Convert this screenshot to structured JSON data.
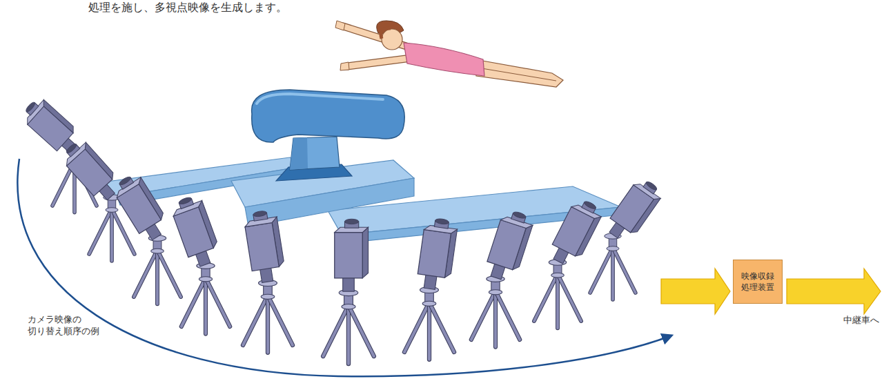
{
  "diagram": {
    "nodes": [
      {
        "text": [
          "映像収録 処理装置"
        ]
      }
    ],
    "labels": [
      "処理を施し、多視点映像を生成します。",
      "カメラ映像の 切り替え順序の例",
      "中継車へ"
    ]
  }
}
